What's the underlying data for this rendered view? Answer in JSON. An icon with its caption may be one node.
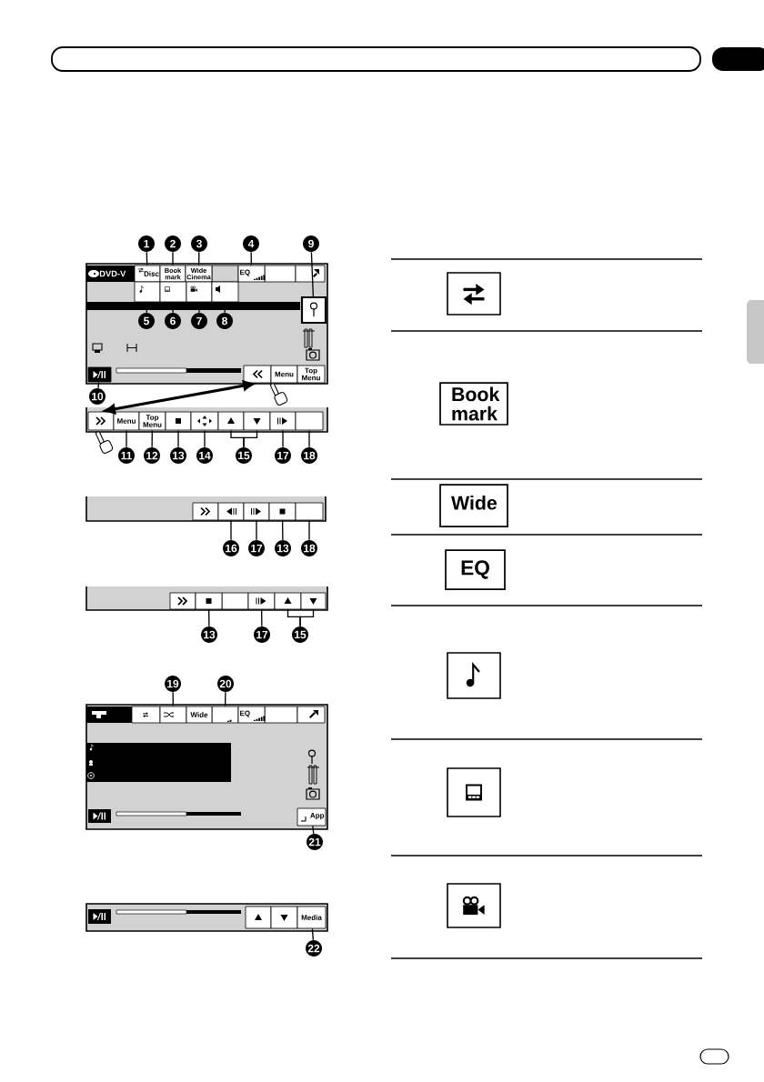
{
  "diagram": {
    "nodes": [
      {
        "text": [
          "1"
        ]
      },
      {
        "text": [
          "2"
        ]
      },
      {
        "text": [
          "3"
        ]
      },
      {
        "text": [
          "4"
        ]
      },
      {
        "text": [
          "9"
        ]
      },
      {
        "text": [
          "Disc"
        ]
      },
      {
        "text": [
          "Book mark"
        ]
      },
      {
        "text": [
          "Wide Cinema"
        ]
      },
      {
        "text": [
          "EQ"
        ]
      },
      {
        "text": [],
        "shape": "box"
      },
      {
        "text": [],
        "shape": "box"
      },
      {
        "text": [],
        "shape": "box"
      },
      {
        "text": [],
        "shape": "box"
      },
      {
        "text": [],
        "shape": "box"
      },
      {
        "text": [
          "5"
        ]
      },
      {
        "text": [
          "6"
        ]
      },
      {
        "text": [
          "7"
        ]
      },
      {
        "text": [
          "8"
        ]
      },
      {
        "text": [],
        "shape": "box"
      },
      {
        "text": [],
        "shape": "box"
      },
      {
        "text": [
          "Menu"
        ]
      },
      {
        "text": [
          "Top Menu"
        ]
      },
      {
        "text": [
          "10"
        ]
      },
      {
        "text": [],
        "shape": "box"
      },
      {
        "text": [
          "Menu"
        ]
      },
      {
        "text": [
          "Top Menu"
        ]
      },
      {
        "text": [],
        "shape": "box"
      },
      {
        "text": [],
        "shape": "box"
      },
      {
        "text": [],
        "shape": "box"
      },
      {
        "text": [],
        "shape": "box"
      },
      {
        "text": [],
        "shape": "box"
      },
      {
        "text": [],
        "shape": "box"
      },
      {
        "text": [
          "11"
        ]
      },
      {
        "text": [
          "12"
        ]
      },
      {
        "text": [
          "13"
        ]
      },
      {
        "text": [
          "14"
        ]
      },
      {
        "text": [
          "15"
        ]
      },
      {
        "text": [
          "17"
        ]
      },
      {
        "text": [
          "18"
        ]
      },
      {
        "text": [],
        "shape": "box"
      },
      {
        "text": [],
        "shape": "box"
      },
      {
        "text": [],
        "shape": "box"
      },
      {
        "text": [],
        "shape": "box"
      },
      {
        "text": [
          "16"
        ]
      },
      {
        "text": [
          "17"
        ]
      },
      {
        "text": [
          "13"
        ]
      },
      {
        "text": [
          "18"
        ]
      },
      {
        "text": [],
        "shape": "box"
      },
      {
        "text": [],
        "shape": "box"
      },
      {
        "text": [],
        "shape": "box"
      },
      {
        "text": [],
        "shape": "box"
      },
      {
        "text": [
          "13"
        ]
      },
      {
        "text": [
          "17"
        ]
      },
      {
        "text": [
          "15"
        ]
      },
      {
        "text": [
          "19"
        ]
      },
      {
        "text": [
          "20"
        ]
      },
      {
        "text": [],
        "shape": "box"
      },
      {
        "text": [],
        "shape": "box"
      },
      {
        "text": [
          "Wide"
        ]
      },
      {
        "text": [
          "EQ"
        ]
      },
      {
        "text": [
          "App"
        ]
      },
      {
        "text": [
          "21"
        ]
      },
      {
        "text": [
          "Media"
        ]
      },
      {
        "text": [
          "22"
        ]
      },
      {
        "text": [
          "Book mark"
        ]
      },
      {
        "text": [
          "Wide"
        ]
      },
      {
        "text": [
          "EQ"
        ]
      }
    ],
    "edges": [
      {
        "from": 0,
        "to": 5,
        "arrow": "none"
      },
      {
        "from": 1,
        "to": 6,
        "arrow": "none"
      },
      {
        "from": 2,
        "to": 7,
        "arrow": "none"
      },
      {
        "from": 3,
        "to": 8,
        "arrow": "none"
      },
      {
        "from": 4,
        "to": 9,
        "arrow": "none"
      },
      {
        "from": 14,
        "to": 10,
        "arrow": "none"
      },
      {
        "from": 15,
        "to": 11,
        "arrow": "none"
      },
      {
        "from": 16,
        "to": 12,
        "arrow": "none"
      },
      {
        "from": 17,
        "to": 13,
        "arrow": "none"
      },
      {
        "from": 22,
        "to": 18,
        "arrow": "none"
      },
      {
        "from": 19,
        "to": 23,
        "arrow": "both",
        "style": "thick"
      },
      {
        "from": 32,
        "to": 24,
        "arrow": "none"
      },
      {
        "from": 33,
        "to": 25,
        "arrow": "none"
      },
      {
        "from": 34,
        "to": 26,
        "arrow": "none"
      },
      {
        "from": 35,
        "to": 27,
        "arrow": "none"
      },
      {
        "from": 36,
        "to": 28,
        "arrow": "none"
      },
      {
        "from": 36,
        "to": 29,
        "arrow": "none"
      },
      {
        "from": 37,
        "to": 30,
        "arrow": "none"
      },
      {
        "from": 38,
        "to": 31,
        "arrow": "none"
      },
      {
        "from": 43,
        "to": 39,
        "arrow": "none"
      },
      {
        "from": 44,
        "to": 40,
        "arrow": "none"
      },
      {
        "from": 45,
        "to": 41,
        "arrow": "none"
      },
      {
        "from": 46,
        "to": 42,
        "arrow": "none"
      },
      {
        "from": 51,
        "to": 47,
        "arrow": "none"
      },
      {
        "from": 52,
        "to": 48,
        "arrow": "none"
      },
      {
        "from": 53,
        "to": 49,
        "arrow": "none"
      },
      {
        "from": 53,
        "to": 50,
        "arrow": "none"
      },
      {
        "from": 54,
        "to": 56,
        "arrow": "none"
      },
      {
        "from": 55,
        "to": 57,
        "arrow": "none"
      },
      {
        "from": 61,
        "to": 60,
        "arrow": "none"
      },
      {
        "from": 63,
        "to": 62,
        "arrow": "none"
      }
    ],
    "labels": [
      "DVD-V"
    ]
  }
}
